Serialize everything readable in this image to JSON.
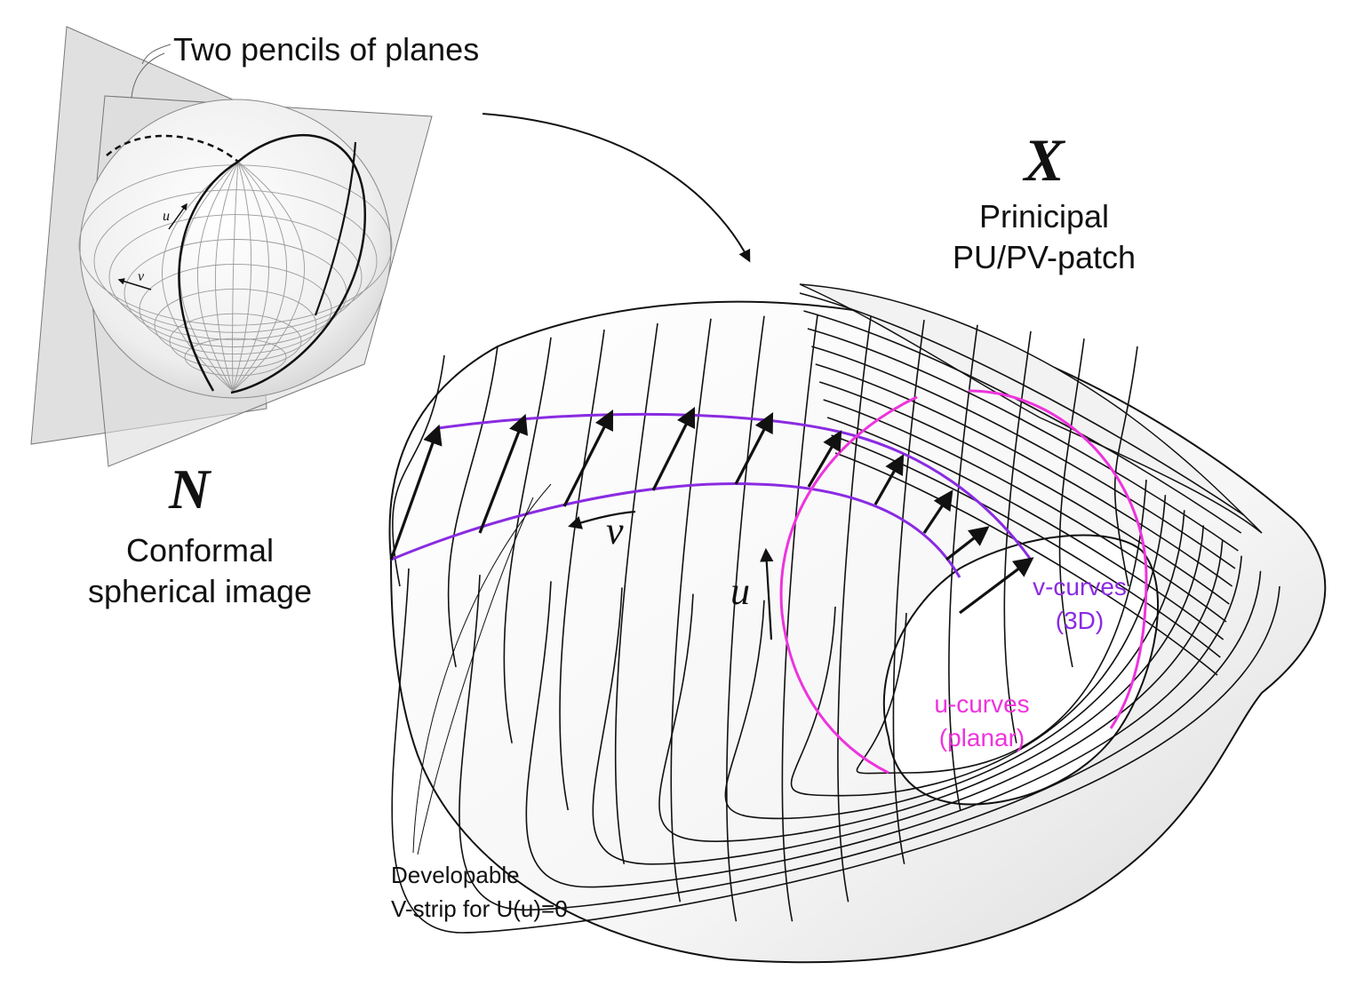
{
  "figure": {
    "sphere_panel": {
      "title": "Two pencils of planes",
      "symbol": "N",
      "caption_line1": "Conformal",
      "caption_line2": "spherical image",
      "u_label": "u",
      "v_label": "v"
    },
    "surface_panel": {
      "symbol": "X",
      "caption_line1": "Prinicipal",
      "caption_line2": "PU/PV-patch",
      "u_label": "u",
      "v_label": "v",
      "v_curves_line1": "v-curves",
      "v_curves_line2": "(3D)",
      "u_curves_line1": "u-curves",
      "u_curves_line2": "(planar)",
      "strip_line1": "Developable",
      "strip_line2": "V-strip for U(u)=0"
    },
    "colors": {
      "v_curves": "#8a2be2",
      "u_curves": "#ee33dd",
      "ink": "#111111",
      "plane_fill": "#d4d4d4",
      "sphere_shade": "#e9e9e9"
    }
  }
}
